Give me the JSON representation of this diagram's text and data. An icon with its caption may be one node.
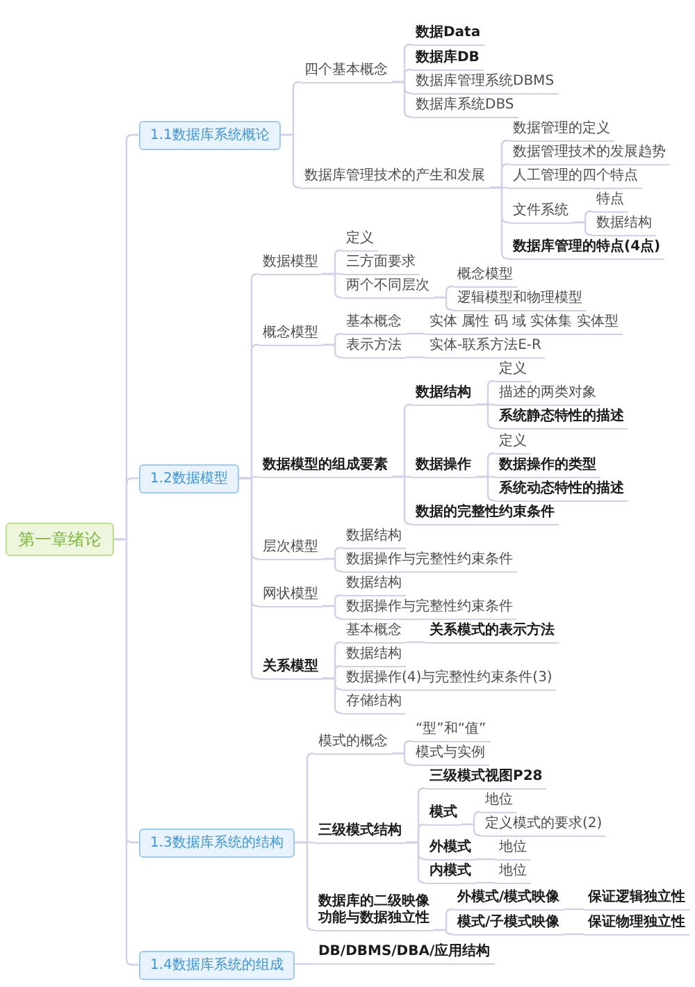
{
  "diagram": {
    "nodes": [
      {
        "text": [
          "第一章绪论"
        ]
      },
      {
        "text": [
          "1.1数据库系统概论"
        ]
      },
      {
        "text": [
          "四个基本概念"
        ]
      },
      {
        "text": [
          "数据Data"
        ]
      },
      {
        "text": [
          "数据库DB"
        ]
      },
      {
        "text": [
          "数据库管理系统DBMS"
        ]
      },
      {
        "text": [
          "数据库系统DBS"
        ]
      },
      {
        "text": [
          "数据库管理技术的产生和发展"
        ]
      },
      {
        "text": [
          "数据管理的定义"
        ]
      },
      {
        "text": [
          "数据管理技术的发展趋势"
        ]
      },
      {
        "text": [
          "人工管理的四个特点"
        ]
      },
      {
        "text": [
          "文件系统"
        ]
      },
      {
        "text": [
          "特点"
        ]
      },
      {
        "text": [
          "数据结构"
        ]
      },
      {
        "text": [
          "数据库管理的特点(4点)"
        ]
      },
      {
        "text": [
          "1.2数据模型"
        ]
      },
      {
        "text": [
          "数据模型"
        ]
      },
      {
        "text": [
          "定义"
        ]
      },
      {
        "text": [
          "三方面要求"
        ]
      },
      {
        "text": [
          "两个不同层次"
        ]
      },
      {
        "text": [
          "概念模型"
        ]
      },
      {
        "text": [
          "逻辑模型和物理模型"
        ]
      },
      {
        "text": [
          "概念模型"
        ]
      },
      {
        "text": [
          "基本概念"
        ]
      },
      {
        "text": [
          "实体 属性 码 域 实体集 实体型"
        ]
      },
      {
        "text": [
          "表示方法"
        ]
      },
      {
        "text": [
          "实体-联系方法E-R"
        ]
      },
      {
        "text": [
          "数据模型的组成要素"
        ]
      },
      {
        "text": [
          "数据结构"
        ]
      },
      {
        "text": [
          "定义"
        ]
      },
      {
        "text": [
          "描述的两类对象"
        ]
      },
      {
        "text": [
          "系统静态特性的描述"
        ]
      },
      {
        "text": [
          "数据操作"
        ]
      },
      {
        "text": [
          "定义"
        ]
      },
      {
        "text": [
          "数据操作的类型"
        ]
      },
      {
        "text": [
          "系统动态特性的描述"
        ]
      },
      {
        "text": [
          "数据的完整性约束条件"
        ]
      },
      {
        "text": [
          "层次模型"
        ]
      },
      {
        "text": [
          "数据结构"
        ]
      },
      {
        "text": [
          "数据操作与完整性约束条件"
        ]
      },
      {
        "text": [
          "网状模型"
        ]
      },
      {
        "text": [
          "数据结构"
        ]
      },
      {
        "text": [
          "数据操作与完整性约束条件"
        ]
      },
      {
        "text": [
          "关系模型"
        ]
      },
      {
        "text": [
          "基本概念"
        ]
      },
      {
        "text": [
          "关系模式的表示方法"
        ]
      },
      {
        "text": [
          "数据结构"
        ]
      },
      {
        "text": [
          "数据操作(4)与完整性约束条件(3)"
        ]
      },
      {
        "text": [
          "存储结构"
        ]
      },
      {
        "text": [
          "1.3数据库系统的结构"
        ]
      },
      {
        "text": [
          "模式的概念"
        ]
      },
      {
        "text": [
          "“型”和“值”"
        ]
      },
      {
        "text": [
          "模式与实例"
        ]
      },
      {
        "text": [
          "三级模式结构"
        ]
      },
      {
        "text": [
          "三级模式视图P28"
        ]
      },
      {
        "text": [
          "模式"
        ]
      },
      {
        "text": [
          "地位"
        ]
      },
      {
        "text": [
          "定义模式的要求(2)"
        ]
      },
      {
        "text": [
          "外模式"
        ]
      },
      {
        "text": [
          "地位"
        ]
      },
      {
        "text": [
          "内模式"
        ]
      },
      {
        "text": [
          "地位"
        ]
      },
      {
        "text": [
          "数据库的二级映像功能与数据独立性"
        ]
      },
      {
        "text": [
          "外模式/模式映像"
        ]
      },
      {
        "text": [
          "保证逻辑独立性"
        ]
      },
      {
        "text": [
          "模式/子模式映像"
        ]
      },
      {
        "text": [
          "保证物理独立性"
        ]
      },
      {
        "text": [
          "1.4数据库系统的组成"
        ]
      },
      {
        "text": [
          "DB/DBMS/DBA/应用结构"
        ]
      }
    ],
    "edges": [
      {
        "from": 0,
        "to": 1,
        "arrow": "none"
      },
      {
        "from": 1,
        "to": 2,
        "arrow": "none"
      },
      {
        "from": 2,
        "to": 3,
        "arrow": "none"
      },
      {
        "from": 2,
        "to": 4,
        "arrow": "none"
      },
      {
        "from": 2,
        "to": 5,
        "arrow": "none"
      },
      {
        "from": 2,
        "to": 6,
        "arrow": "none"
      },
      {
        "from": 1,
        "to": 7,
        "arrow": "none"
      },
      {
        "from": 7,
        "to": 8,
        "arrow": "none"
      },
      {
        "from": 7,
        "to": 9,
        "arrow": "none"
      },
      {
        "from": 7,
        "to": 10,
        "arrow": "none"
      },
      {
        "from": 7,
        "to": 11,
        "arrow": "none"
      },
      {
        "from": 11,
        "to": 12,
        "arrow": "none"
      },
      {
        "from": 11,
        "to": 13,
        "arrow": "none"
      },
      {
        "from": 7,
        "to": 14,
        "arrow": "none"
      },
      {
        "from": 0,
        "to": 15,
        "arrow": "none"
      },
      {
        "from": 15,
        "to": 16,
        "arrow": "none"
      },
      {
        "from": 16,
        "to": 17,
        "arrow": "none"
      },
      {
        "from": 16,
        "to": 18,
        "arrow": "none"
      },
      {
        "from": 16,
        "to": 19,
        "arrow": "none"
      },
      {
        "from": 19,
        "to": 20,
        "arrow": "none"
      },
      {
        "from": 19,
        "to": 21,
        "arrow": "none"
      },
      {
        "from": 15,
        "to": 22,
        "arrow": "none"
      },
      {
        "from": 22,
        "to": 23,
        "arrow": "none"
      },
      {
        "from": 23,
        "to": 24,
        "arrow": "none"
      },
      {
        "from": 22,
        "to": 25,
        "arrow": "none"
      },
      {
        "from": 25,
        "to": 26,
        "arrow": "none"
      },
      {
        "from": 15,
        "to": 27,
        "arrow": "none"
      },
      {
        "from": 27,
        "to": 28,
        "arrow": "none"
      },
      {
        "from": 28,
        "to": 29,
        "arrow": "none"
      },
      {
        "from": 28,
        "to": 30,
        "arrow": "none"
      },
      {
        "from": 28,
        "to": 31,
        "arrow": "none"
      },
      {
        "from": 27,
        "to": 32,
        "arrow": "none"
      },
      {
        "from": 32,
        "to": 33,
        "arrow": "none"
      },
      {
        "from": 32,
        "to": 34,
        "arrow": "none"
      },
      {
        "from": 32,
        "to": 35,
        "arrow": "none"
      },
      {
        "from": 27,
        "to": 36,
        "arrow": "none"
      },
      {
        "from": 15,
        "to": 37,
        "arrow": "none"
      },
      {
        "from": 37,
        "to": 38,
        "arrow": "none"
      },
      {
        "from": 37,
        "to": 39,
        "arrow": "none"
      },
      {
        "from": 15,
        "to": 40,
        "arrow": "none"
      },
      {
        "from": 40,
        "to": 41,
        "arrow": "none"
      },
      {
        "from": 40,
        "to": 42,
        "arrow": "none"
      },
      {
        "from": 15,
        "to": 43,
        "arrow": "none"
      },
      {
        "from": 43,
        "to": 44,
        "arrow": "none"
      },
      {
        "from": 44,
        "to": 45,
        "arrow": "none"
      },
      {
        "from": 43,
        "to": 46,
        "arrow": "none"
      },
      {
        "from": 43,
        "to": 47,
        "arrow": "none"
      },
      {
        "from": 43,
        "to": 48,
        "arrow": "none"
      },
      {
        "from": 0,
        "to": 49,
        "arrow": "none"
      },
      {
        "from": 49,
        "to": 50,
        "arrow": "none"
      },
      {
        "from": 50,
        "to": 51,
        "arrow": "none"
      },
      {
        "from": 50,
        "to": 52,
        "arrow": "none"
      },
      {
        "from": 49,
        "to": 53,
        "arrow": "none"
      },
      {
        "from": 53,
        "to": 54,
        "arrow": "none"
      },
      {
        "from": 53,
        "to": 55,
        "arrow": "none"
      },
      {
        "from": 55,
        "to": 56,
        "arrow": "none"
      },
      {
        "from": 55,
        "to": 57,
        "arrow": "none"
      },
      {
        "from": 53,
        "to": 58,
        "arrow": "none"
      },
      {
        "from": 58,
        "to": 59,
        "arrow": "none"
      },
      {
        "from": 53,
        "to": 60,
        "arrow": "none"
      },
      {
        "from": 60,
        "to": 61,
        "arrow": "none"
      },
      {
        "from": 49,
        "to": 62,
        "arrow": "none"
      },
      {
        "from": 62,
        "to": 63,
        "arrow": "none"
      },
      {
        "from": 63,
        "to": 64,
        "arrow": "none"
      },
      {
        "from": 62,
        "to": 65,
        "arrow": "none"
      },
      {
        "from": 65,
        "to": 66,
        "arrow": "none"
      },
      {
        "from": 0,
        "to": 67,
        "arrow": "none"
      },
      {
        "from": 67,
        "to": 68,
        "arrow": "none"
      }
    ]
  }
}
